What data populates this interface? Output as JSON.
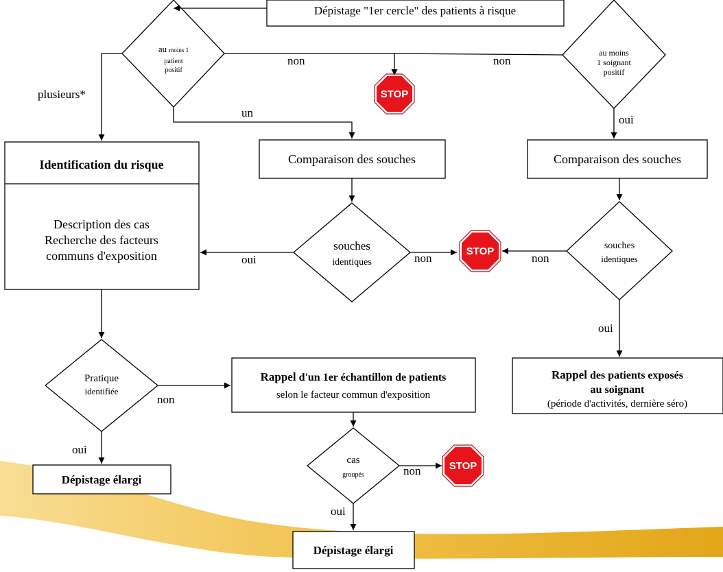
{
  "colors": {
    "stroke": "#000000",
    "stop_fill": "#e8141b",
    "stop_text": "#ffffff",
    "swoosh_light": "#f6d27a",
    "swoosh_dark": "#e5a50d"
  },
  "boxes": {
    "screening_first_circle": "Dépistage \"1er cercle\" des patients à risque",
    "risk_title": "Identification du risque",
    "risk_body": [
      "Description des cas",
      "Recherche des facteurs",
      "communs d'exposition"
    ],
    "compare_left": "Comparaison des souches",
    "compare_right": "Comparaison des souches",
    "recall_sample_title_bold": "Rappel",
    "recall_sample_title_rest": " d'un 1er échantillon de patients",
    "recall_sample_sub": "selon le facteur commun d'exposition",
    "recall_exposed_title_bold": "Rappel",
    "recall_exposed_title_rest": " des patients exposés",
    "recall_exposed_title2": "au soignant",
    "recall_exposed_sub": "(période d'activités, dernière séro)",
    "extended_left": "Dépistage élargi",
    "extended_bottom": "Dépistage élargi"
  },
  "decisions": {
    "patient_positive_1": "au",
    "patient_positive_1b": "moins 1",
    "patient_positive_2": "patient",
    "patient_positive_3": "positif",
    "caregiver_positive_1": "au moins",
    "caregiver_positive_2": "1 soignant",
    "caregiver_positive_3": "positif",
    "identical_left_1": "souches",
    "identical_left_2": "identiques",
    "identical_right_1": "souches",
    "identical_right_2": "identiques",
    "practice_1": "Pratique",
    "practice_2": "identifiée",
    "cluster_1": "cas",
    "cluster_2": "groupés"
  },
  "edge_labels": {
    "several": "plusieurs*",
    "one": "un",
    "no_patient": "non",
    "no_caregiver": "non",
    "yes_caregiver": "oui",
    "yes_identical_left": "oui",
    "no_identical_left": "non",
    "no_identical_right": "non",
    "yes_identical_right": "oui",
    "no_practice": "non",
    "yes_practice": "oui",
    "no_cluster": "non",
    "yes_cluster": "oui"
  },
  "stop_signs": {
    "label": "STOP"
  }
}
